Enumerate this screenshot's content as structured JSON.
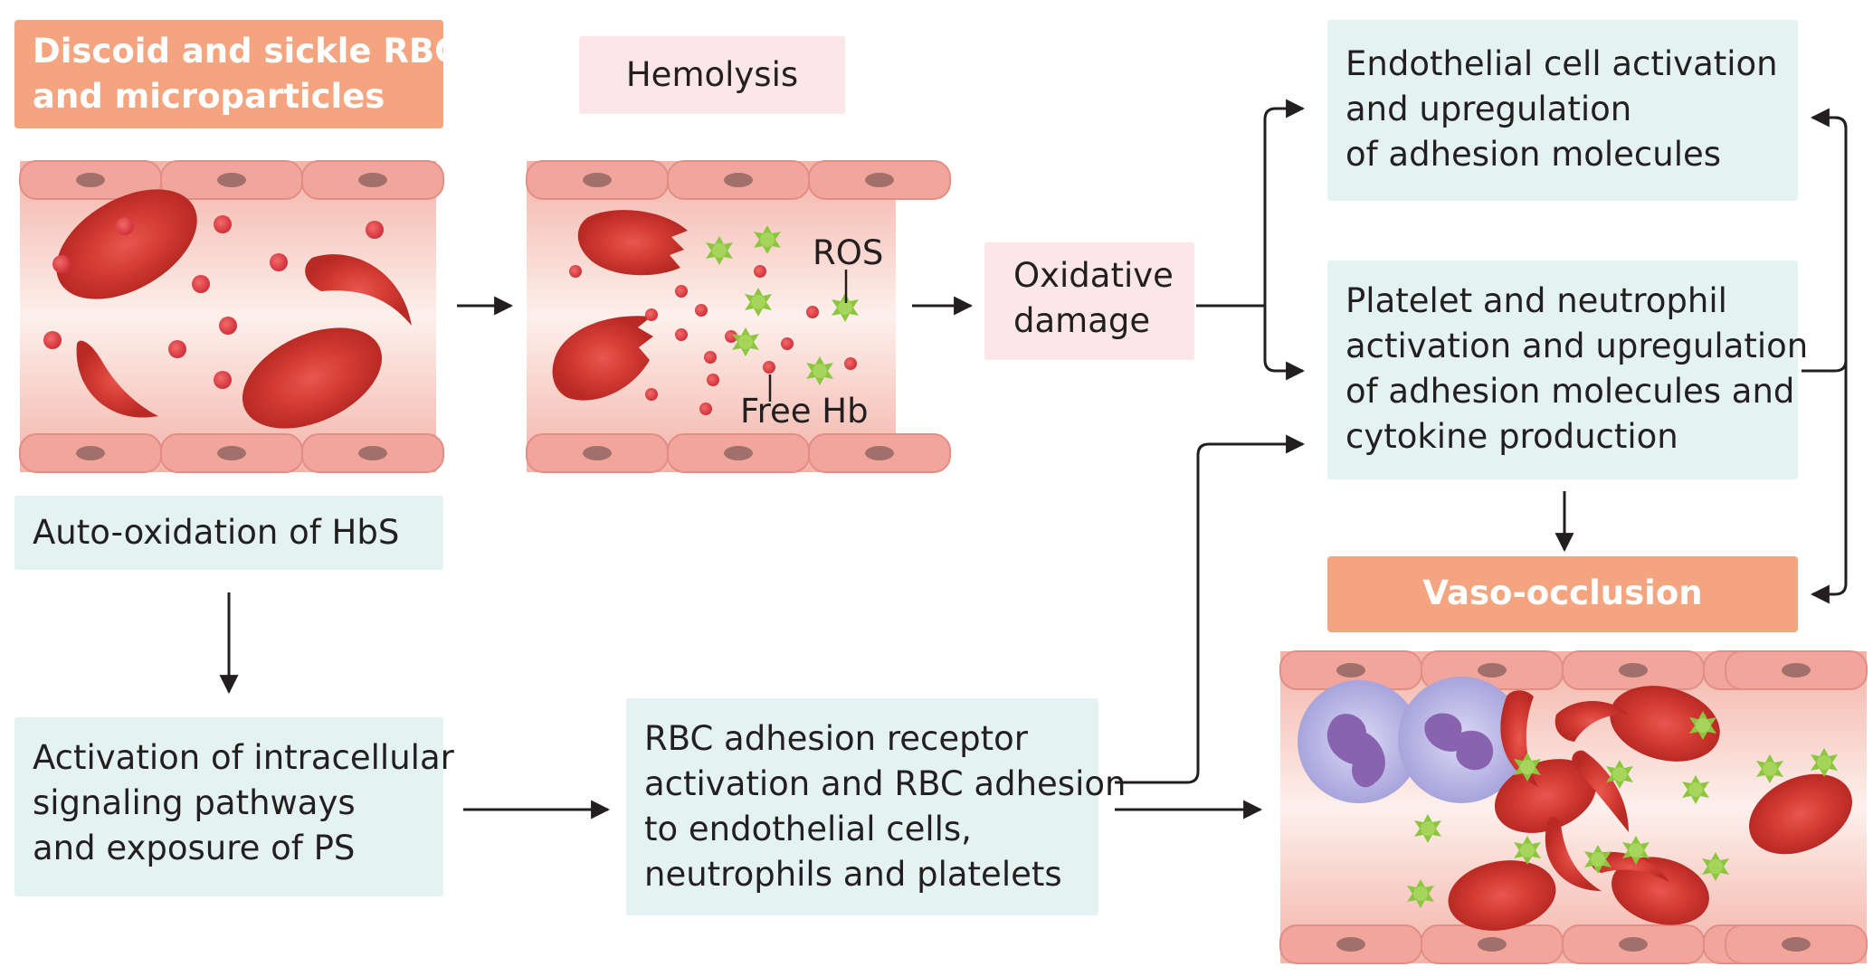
{
  "boxes": {
    "discoid": [
      "Discoid and sickle RBC",
      "and microparticles"
    ],
    "hemolysis": "Hemolysis",
    "oxidative": [
      "Oxidative",
      "damage"
    ],
    "endothelial": [
      "Endothelial cell activation",
      "and upregulation",
      "of adhesion molecules"
    ],
    "platelet": [
      "Platelet and neutrophil",
      "activation and upregulation",
      "of adhesion molecules and",
      "cytokine production"
    ],
    "vaso": "Vaso-occlusion",
    "autoox": "Auto-oxidation of HbS",
    "activation": [
      "Activation of intracellular",
      "signaling pathways",
      "and exposure of PS"
    ],
    "rbcadhesion": [
      "RBC adhesion receptor",
      "activation and RBC adhesion",
      "to endothelial cells,",
      "neutrophils and platelets"
    ]
  },
  "labels": {
    "ros": "ROS",
    "freehb": "Free Hb"
  },
  "colors": {
    "orange_box": "#f4a47e",
    "pink_box": "#fbe6ea",
    "teal_box": "#e4f2f1",
    "vessel_wall": "#f2a59a",
    "rbc": "#d9403a",
    "platelet": "#8cc63f",
    "neutrophil": "#c9c7ec",
    "arrow": "#231f20"
  }
}
